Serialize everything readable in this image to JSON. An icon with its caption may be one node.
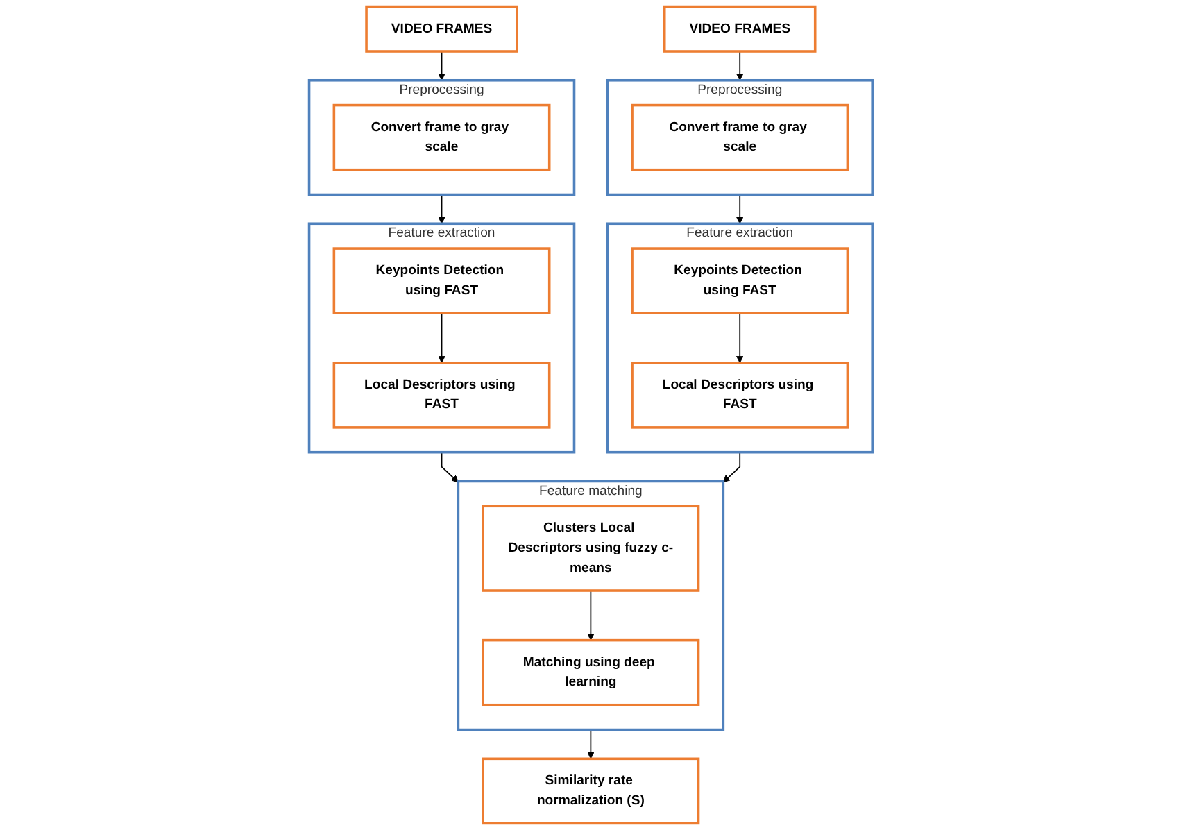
{
  "diagram": {
    "nodes": [
      {
        "text": [
          "VIDEO FRAMES"
        ]
      },
      {
        "text": [
          "Preprocessing"
        ]
      },
      {
        "text": [
          "Convert frame to gray scale"
        ],
        "in": 1
      },
      {
        "text": [
          "Feature extraction"
        ]
      },
      {
        "text": [
          "Keypoints Detection using FAST"
        ],
        "in": 3
      },
      {
        "text": [
          "Local Descriptors using FAST"
        ],
        "in": 3
      },
      {
        "text": [
          "VIDEO FRAMES"
        ]
      },
      {
        "text": [
          "Preprocessing"
        ]
      },
      {
        "text": [
          "Convert frame to gray scale"
        ],
        "in": 7
      },
      {
        "text": [
          "Feature extraction"
        ]
      },
      {
        "text": [
          "Keypoints Detection using FAST"
        ],
        "in": 9
      },
      {
        "text": [
          "Local Descriptors using FAST"
        ],
        "in": 9
      },
      {
        "text": [
          "Feature matching"
        ]
      },
      {
        "text": [
          "Clusters Local Descriptors using fuzzy c-means"
        ],
        "in": 12
      },
      {
        "text": [
          "Matching using deep learning"
        ],
        "in": 12
      },
      {
        "text": [
          "Similarity rate normalization (S)"
        ]
      }
    ],
    "edges": [
      {
        "from": 0,
        "to": 1,
        "arrow": "to"
      },
      {
        "from": 1,
        "to": 3,
        "arrow": "to"
      },
      {
        "from": 4,
        "to": 5,
        "arrow": "to"
      },
      {
        "from": 6,
        "to": 7,
        "arrow": "to"
      },
      {
        "from": 7,
        "to": 9,
        "arrow": "to"
      },
      {
        "from": 10,
        "to": 11,
        "arrow": "to"
      },
      {
        "from": 3,
        "to": 12,
        "arrow": "to"
      },
      {
        "from": 9,
        "to": 12,
        "arrow": "to"
      },
      {
        "from": 13,
        "to": 14,
        "arrow": "to"
      },
      {
        "from": 12,
        "to": 15,
        "arrow": "to"
      }
    ]
  }
}
